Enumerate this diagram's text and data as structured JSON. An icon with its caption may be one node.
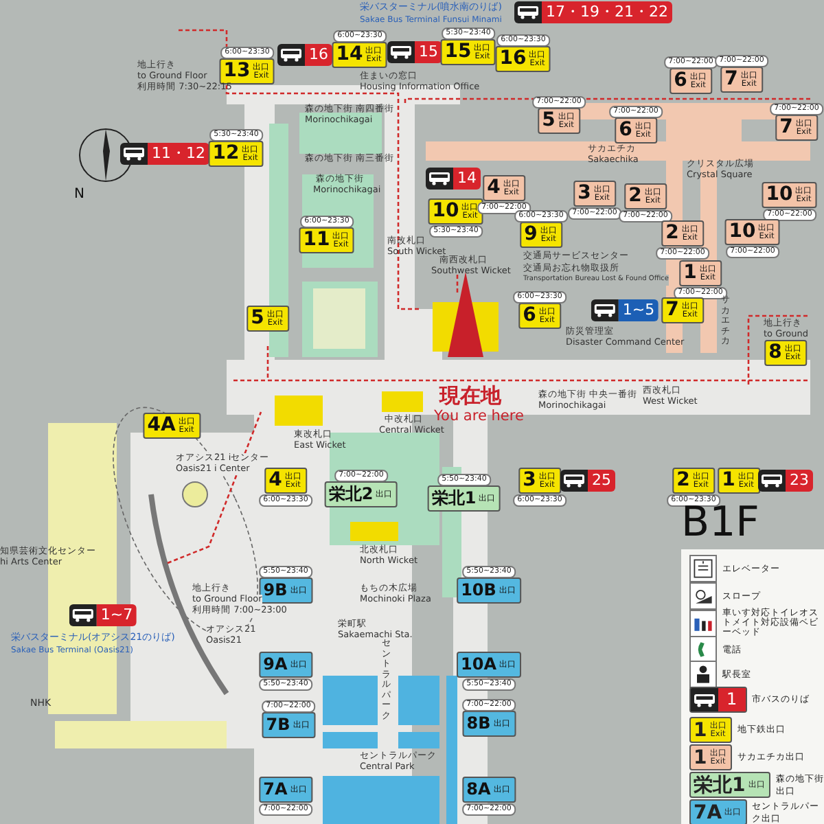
{
  "diagram": {
    "nodes": [
      {
        "text": [
          "17・19・21・22"
        ]
      },
      {
        "text": [
          "16"
        ]
      },
      {
        "text": [
          "13",
          "出口 Exit"
        ],
        "beside": [
          "6:00~23:30"
        ]
      },
      {
        "text": [
          "14",
          "出口 Exit"
        ],
        "beside": [
          "6:00~23:30"
        ]
      },
      {
        "text": [
          "15"
        ]
      },
      {
        "text": [
          "15",
          "出口 Exit"
        ],
        "beside": [
          "5:30~23:40"
        ]
      },
      {
        "text": [
          "16",
          "出口 Exit"
        ],
        "beside": [
          "6:00~23:30"
        ]
      },
      {
        "text": [
          "6",
          "出口 Exit"
        ],
        "beside": [
          "7:00~22:00"
        ]
      },
      {
        "text": [
          "7",
          "出口 Exit"
        ],
        "beside": [
          "7:00~22:00"
        ]
      },
      {
        "text": [
          "5",
          "出口 Exit"
        ],
        "beside": [
          "7:00~22:00"
        ]
      },
      {
        "text": [
          "6",
          "出口 Exit"
        ],
        "beside": [
          "7:00~22:00"
        ]
      },
      {
        "text": [
          "7",
          "出口 Exit"
        ],
        "beside": [
          "7:00~22:00"
        ]
      },
      {
        "text": [
          "11・12"
        ]
      },
      {
        "text": [
          "12",
          "出口 Exit"
        ],
        "beside": [
          "5:30~23:40"
        ]
      },
      {
        "text": [
          "14"
        ]
      },
      {
        "text": [
          "10",
          "出口 Exit"
        ],
        "beside": [
          "5:30~23:40"
        ]
      },
      {
        "text": [
          "4",
          "出口 Exit"
        ],
        "beside": [
          "7:00~22:00"
        ]
      },
      {
        "text": [
          "3",
          "出口 Exit"
        ],
        "beside": [
          "7:00~22:00"
        ]
      },
      {
        "text": [
          "2",
          "出口 Exit"
        ],
        "beside": [
          "7:00~22:00"
        ]
      },
      {
        "text": [
          "10",
          "出口 Exit"
        ],
        "beside": [
          "7:00~22:00"
        ]
      },
      {
        "text": [
          "2",
          "出口 Exit"
        ],
        "beside": [
          "7:00~22:00"
        ]
      },
      {
        "text": [
          "10",
          "出口 Exit"
        ],
        "beside": [
          "7:00~22:00"
        ]
      },
      {
        "text": [
          "11",
          "出口 Exit"
        ],
        "beside": [
          "6:00~23:30"
        ]
      },
      {
        "text": [
          "9",
          "出口 Exit"
        ],
        "beside": [
          "6:00~23:30"
        ]
      },
      {
        "text": [
          "1",
          "出口 Exit"
        ],
        "beside": [
          "7:00~22:00"
        ]
      },
      {
        "text": [
          "1~5"
        ]
      },
      {
        "text": [
          "7",
          "出口 Exit"
        ]
      },
      {
        "text": [
          "6",
          "出口 Exit"
        ],
        "beside": [
          "6:00~23:30"
        ]
      },
      {
        "text": [
          "5",
          "出口 Exit"
        ]
      },
      {
        "text": [
          "8",
          "出口 Exit"
        ]
      },
      {
        "text": [
          "4A",
          "出口 Exit"
        ]
      },
      {
        "text": [
          "4",
          "出口 Exit"
        ],
        "beside": [
          "6:00~23:30"
        ]
      },
      {
        "text": [
          "栄北2",
          "出口"
        ],
        "beside": [
          "7:00~22:00"
        ]
      },
      {
        "text": [
          "栄北1",
          "出口"
        ],
        "beside": [
          "5:50~23:40"
        ]
      },
      {
        "text": [
          "3",
          "出口 Exit"
        ],
        "beside": [
          "6:00~23:30"
        ]
      },
      {
        "text": [
          "25"
        ]
      },
      {
        "text": [
          "2",
          "出口 Exit"
        ],
        "beside": [
          "6:00~23:30"
        ]
      },
      {
        "text": [
          "1",
          "出口 Exit"
        ]
      },
      {
        "text": [
          "23"
        ]
      },
      {
        "text": [
          "1~7"
        ]
      },
      {
        "text": [
          "9B",
          "出口"
        ],
        "beside": [
          "5:50~23:40"
        ]
      },
      {
        "text": [
          "10B",
          "出口"
        ],
        "beside": [
          "5:50~23:40"
        ]
      },
      {
        "text": [
          "9A",
          "出口"
        ],
        "beside": [
          "5:50~23:40"
        ]
      },
      {
        "text": [
          "10A",
          "出口"
        ],
        "beside": [
          "5:50~23:40"
        ]
      },
      {
        "text": [
          "7B",
          "出口"
        ],
        "beside": [
          "7:00~22:00"
        ]
      },
      {
        "text": [
          "8B",
          "出口"
        ],
        "beside": [
          "7:00~22:00"
        ]
      },
      {
        "text": [
          "7A",
          "出口"
        ],
        "beside": [
          "7:00~22:00"
        ]
      },
      {
        "text": [
          "8A",
          "出口"
        ],
        "beside": [
          "7:00~22:00"
        ]
      }
    ],
    "labels": [
      "栄バスターミナル(噴水南のりば)",
      "Sakae Bus Terminal Funsui Minami",
      "地上行き",
      "to Ground Floor",
      "利用時間 7:30~22:15",
      "住まいの窓口",
      "Housing Information Office",
      "森の地下街 南四番街",
      "Morinochikagai",
      "森の地下街 南三番街",
      "森の地下街",
      "Morinochikagai",
      "サカエチカ",
      "Sakaechika",
      "クリスタル広場",
      "Crystal Square",
      "南改札口",
      "South Wicket",
      "南西改札口",
      "Southwest Wicket",
      "交通局サービスセンター",
      "交通局お忘れ物取扱所",
      "Transportation Bureau Lost & Found Office",
      "防災管理室",
      "Disaster Command Center",
      "サカエチカ",
      "現在地",
      "You are here",
      "東改札口",
      "East Wicket",
      "中改札口",
      "Central Wicket",
      "森の地下街 中央一番街",
      "Morinochikagai",
      "西改札口",
      "West Wicket",
      "北改札口",
      "North Wicket",
      "オアシス21 iセンター",
      "Oasis21 i Center",
      "知県芸術文化センター",
      "hi Arts Center",
      "地上行き",
      "to Ground Floor",
      "利用時間 7:00~23:00",
      "オアシス21",
      "Oasis21",
      "栄バスターミナル(オアシス21のりば)",
      "Sakae Bus Terminal (Oasis21)",
      "NHK",
      "もちの木広場",
      "Mochinoki Plaza",
      "栄町駅",
      "Sakaemachi Sta.",
      "セントラルパーク",
      "セントラルパーク",
      "Central Park",
      "B1F",
      "地上行き",
      "to Ground",
      "N",
      "1",
      "1",
      "出口 Exit",
      "1",
      "出口 Exit",
      "栄北1",
      "出口",
      "7A",
      "出口"
    ],
    "legend": [
      {
        "text": "エレベーター"
      },
      {
        "text": "スロープ"
      },
      {
        "text": "車いす対応トイレオストメイト対応設備ベビーベッド"
      },
      {
        "text": "電話"
      },
      {
        "text": "駅長室"
      },
      {
        "text": "市バスのりば",
        "color": "#d8242c"
      },
      {
        "text": "地下鉄出口",
        "color": "#f5e400"
      },
      {
        "text": "サカエチカ出口",
        "color": "#f3c3a8"
      },
      {
        "text": "森の地下街出口",
        "color": "#b6e3b5"
      },
      {
        "text": "セントラルパーク出口",
        "color": "#54b8e0"
      }
    ]
  }
}
